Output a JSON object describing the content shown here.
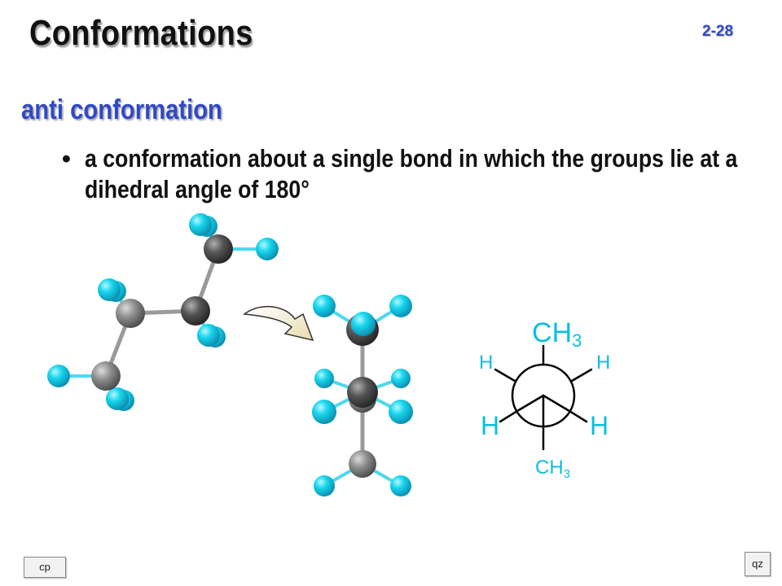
{
  "slide": {
    "title": "Conformations",
    "number": "2-28",
    "subtitle": "anti conformation",
    "bullet": "a conformation about a single bond in which the groups lie at a dihedral angle of 180°"
  },
  "newman": {
    "top": "CH3",
    "bottom": "CH3",
    "upper_left": "H",
    "upper_right": "H",
    "lower_left": "H",
    "lower_right": "H"
  },
  "nav": {
    "cp": "cp",
    "qz": "qz"
  },
  "colors": {
    "title": "#111111",
    "accent": "#2f49c6",
    "hydrogen": "#19d7ee",
    "carbon_light": "#8f8f8f",
    "carbon_dark": "#555555",
    "newman_label": "#0bbfe0"
  }
}
